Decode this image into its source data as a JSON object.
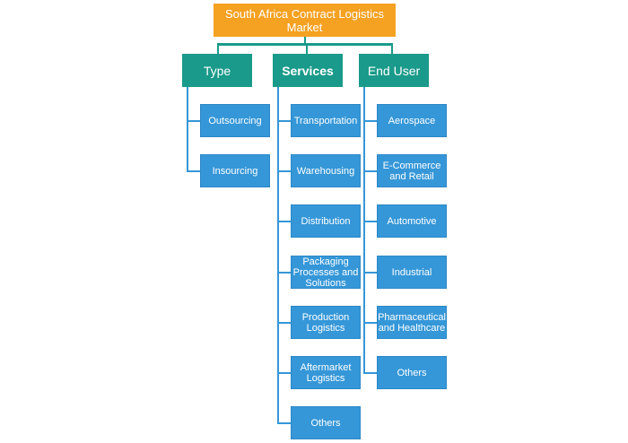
{
  "root": {
    "label": "South Africa Contract Logistics Market"
  },
  "categories": [
    {
      "label": "Type",
      "children": [
        "Outsourcing",
        "Insourcing"
      ]
    },
    {
      "label": "Services",
      "children": [
        "Transportation",
        "Warehousing",
        "Distribution",
        "Packaging Processes and Solutions",
        "Production Logistics",
        "Aftermarket Logistics",
        "Others"
      ]
    },
    {
      "label": "End User",
      "children": [
        "Aerospace",
        "E-Commerce and Retail",
        "Automotive",
        "Industrial",
        "Pharmaceutical and Healthcare",
        "Others"
      ]
    }
  ],
  "colors": {
    "root": "#f5a122",
    "category": "#1a9a8a",
    "leaf": "#3597d8",
    "connector": "#1a9a8a"
  }
}
